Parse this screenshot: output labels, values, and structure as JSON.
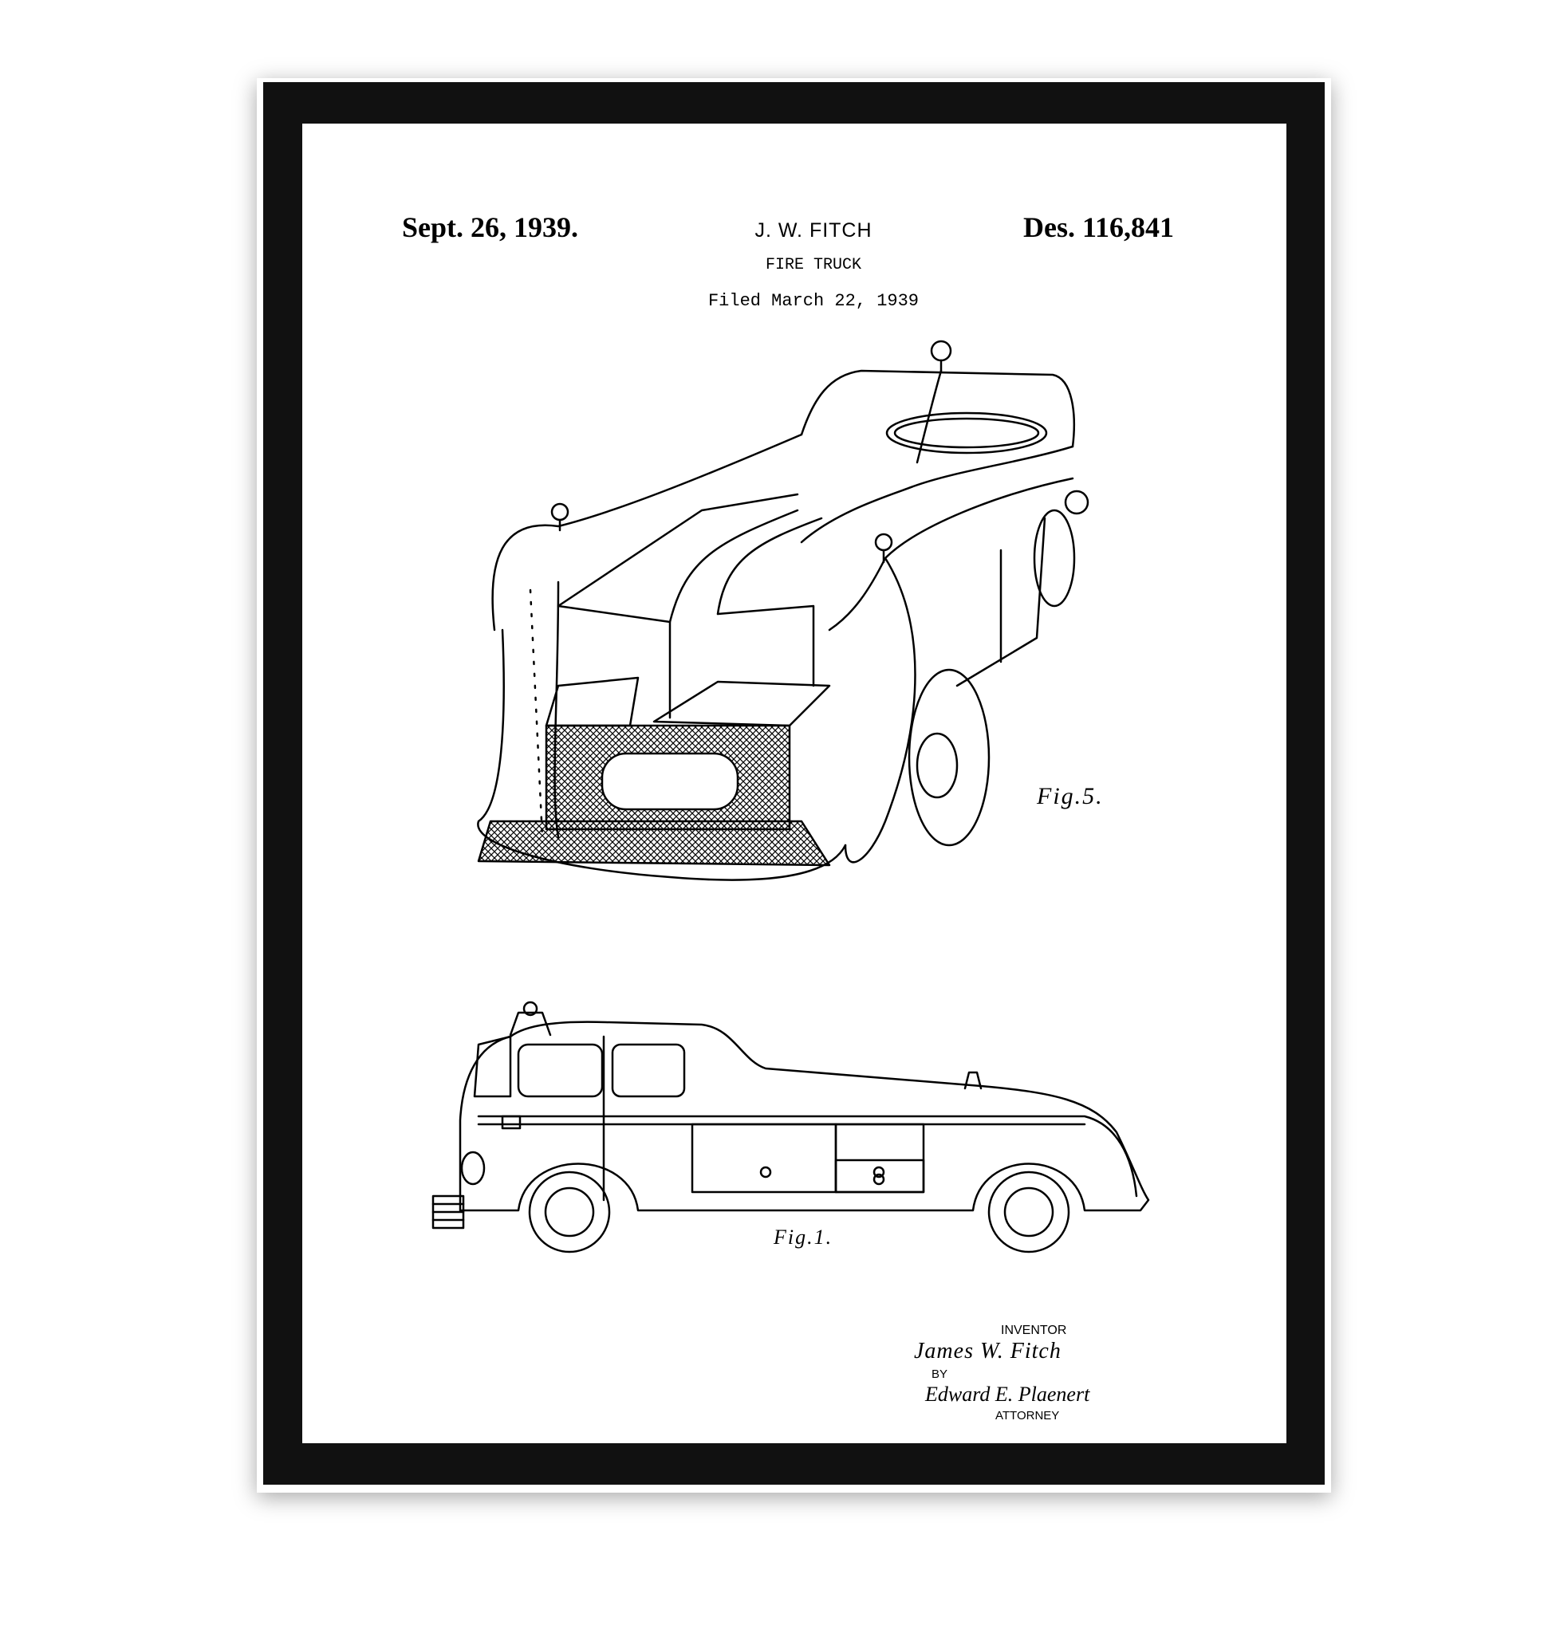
{
  "patent": {
    "date": "Sept. 26, 1939.",
    "inventor_header": "J. W. FITCH",
    "title": "FIRE TRUCK",
    "filed": "Filed March 22, 1939",
    "number": "Des. 116,841"
  },
  "figures": {
    "fig5_label": "Fig.5.",
    "fig1_label": "Fig.1."
  },
  "signature_block": {
    "inventor_label": "INVENTOR",
    "inventor_name": "James W. Fitch",
    "by_label": "BY",
    "attorney_signature": "Edward E. Plaenert",
    "attorney_label": "ATTORNEY"
  },
  "colors": {
    "frame": "#111111",
    "paper": "#ffffff",
    "ink": "#000000"
  }
}
